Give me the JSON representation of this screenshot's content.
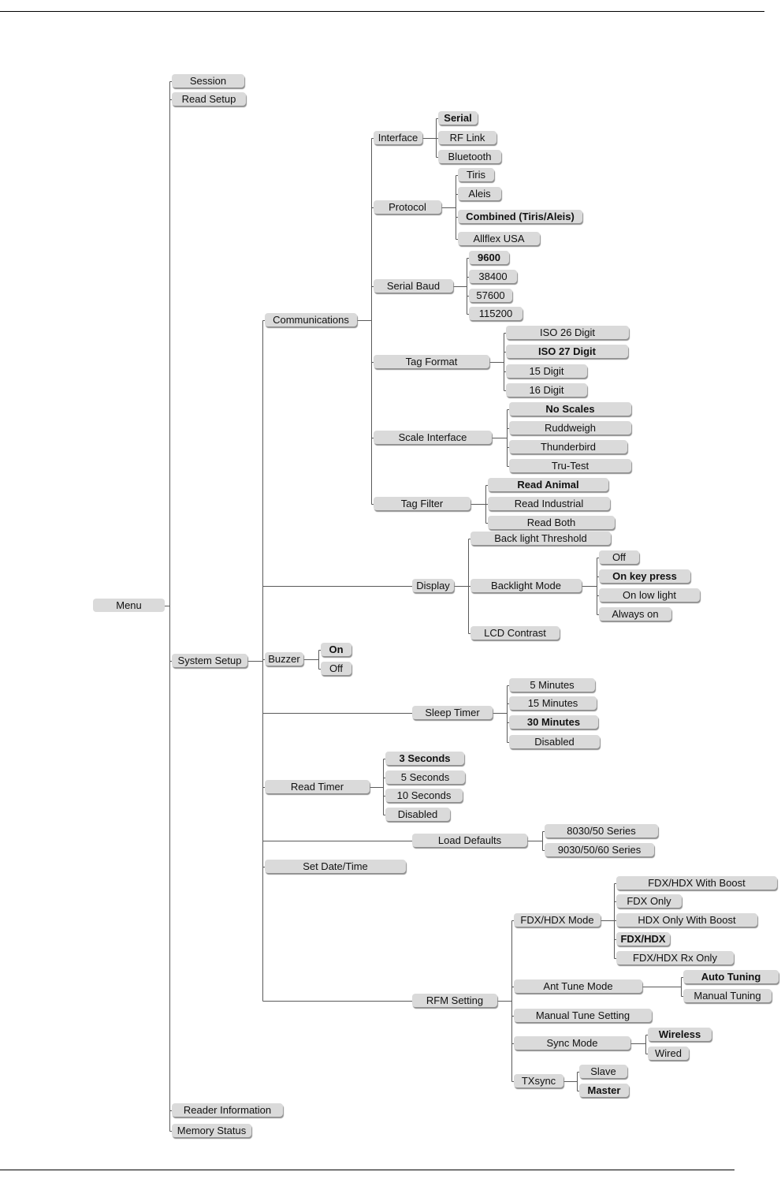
{
  "menu": {
    "label": "Menu",
    "children": [
      {
        "label": "Session"
      },
      {
        "label": "Read Setup"
      },
      {
        "label": "System Setup",
        "children": [
          {
            "label": "Communications",
            "children": [
              {
                "label": "Interface",
                "children": [
                  {
                    "label": "Serial",
                    "selected": true
                  },
                  {
                    "label": "RF Link"
                  },
                  {
                    "label": "Bluetooth"
                  }
                ]
              },
              {
                "label": "Protocol",
                "children": [
                  {
                    "label": "Tiris"
                  },
                  {
                    "label": "Aleis"
                  },
                  {
                    "label": "Combined (Tiris/Aleis)",
                    "selected": true
                  },
                  {
                    "label": "Allflex USA"
                  }
                ]
              },
              {
                "label": "Serial Baud",
                "children": [
                  {
                    "label": "9600",
                    "selected": true
                  },
                  {
                    "label": "38400"
                  },
                  {
                    "label": "57600"
                  },
                  {
                    "label": "115200"
                  }
                ]
              },
              {
                "label": "Tag Format",
                "children": [
                  {
                    "label": "ISO 26 Digit"
                  },
                  {
                    "label": "ISO 27 Digit",
                    "selected": true
                  },
                  {
                    "label": "15 Digit"
                  },
                  {
                    "label": "16 Digit"
                  }
                ]
              },
              {
                "label": "Scale Interface",
                "children": [
                  {
                    "label": "No Scales",
                    "selected": true
                  },
                  {
                    "label": "Ruddweigh"
                  },
                  {
                    "label": "Thunderbird"
                  },
                  {
                    "label": "Tru-Test"
                  }
                ]
              },
              {
                "label": "Tag Filter",
                "children": [
                  {
                    "label": "Read Animal",
                    "selected": true
                  },
                  {
                    "label": "Read Industrial"
                  },
                  {
                    "label": "Read Both"
                  }
                ]
              }
            ]
          },
          {
            "label": "Display",
            "children": [
              {
                "label": "Back light Threshold"
              },
              {
                "label": "Backlight Mode",
                "children": [
                  {
                    "label": "Off"
                  },
                  {
                    "label": "On key press",
                    "selected": true
                  },
                  {
                    "label": "On low light"
                  },
                  {
                    "label": "Always on"
                  }
                ]
              },
              {
                "label": "LCD Contrast"
              }
            ]
          },
          {
            "label": "Buzzer",
            "children": [
              {
                "label": "On",
                "selected": true
              },
              {
                "label": "Off"
              }
            ]
          },
          {
            "label": "Sleep Timer",
            "children": [
              {
                "label": "5 Minutes"
              },
              {
                "label": "15 Minutes"
              },
              {
                "label": "30 Minutes",
                "selected": true
              },
              {
                "label": "Disabled"
              }
            ]
          },
          {
            "label": "Read Timer",
            "children": [
              {
                "label": "3 Seconds",
                "selected": true
              },
              {
                "label": "5 Seconds"
              },
              {
                "label": "10 Seconds"
              },
              {
                "label": "Disabled"
              }
            ]
          },
          {
            "label": "Load Defaults",
            "children": [
              {
                "label": "8030/50 Series"
              },
              {
                "label": "9030/50/60 Series"
              }
            ]
          },
          {
            "label": "Set Date/Time"
          },
          {
            "label": "RFM Setting",
            "children": [
              {
                "label": "FDX/HDX Mode",
                "children": [
                  {
                    "label": "FDX/HDX With Boost"
                  },
                  {
                    "label": "FDX Only"
                  },
                  {
                    "label": "HDX Only With Boost"
                  },
                  {
                    "label": "FDX/HDX",
                    "selected": true
                  },
                  {
                    "label": "FDX/HDX Rx Only"
                  }
                ]
              },
              {
                "label": "Ant Tune Mode",
                "children": [
                  {
                    "label": "Auto Tuning",
                    "selected": true
                  },
                  {
                    "label": "Manual Tuning"
                  }
                ]
              },
              {
                "label": "Manual Tune Setting"
              },
              {
                "label": "Sync  Mode",
                "children": [
                  {
                    "label": "Wireless",
                    "selected": true
                  },
                  {
                    "label": "Wired"
                  }
                ]
              },
              {
                "label": "TXsync",
                "children": [
                  {
                    "label": "Slave"
                  },
                  {
                    "label": "Master",
                    "selected": true
                  }
                ]
              }
            ]
          }
        ]
      },
      {
        "label": "Reader Information"
      },
      {
        "label": "Memory Status"
      }
    ]
  }
}
